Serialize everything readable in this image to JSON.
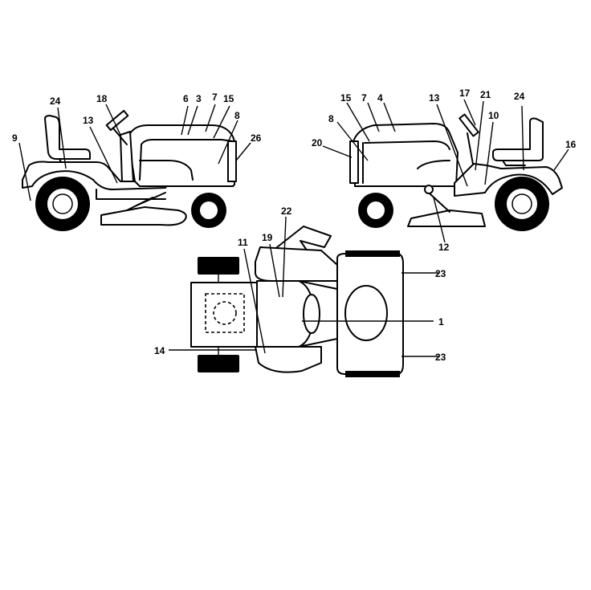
{
  "title": "",
  "views": {
    "left_side": {
      "callouts": [
        "9",
        "24",
        "18",
        "13",
        "6",
        "3",
        "7",
        "15",
        "8",
        "26"
      ]
    },
    "right_side": {
      "callouts": [
        "20",
        "8",
        "15",
        "7",
        "4",
        "13",
        "17",
        "21",
        "10",
        "24",
        "16",
        "12"
      ]
    },
    "top": {
      "callouts": [
        "22",
        "19",
        "11",
        "14",
        "23",
        "1",
        "23"
      ]
    }
  },
  "colors": {
    "line": "#000000",
    "background": "#ffffff"
  }
}
